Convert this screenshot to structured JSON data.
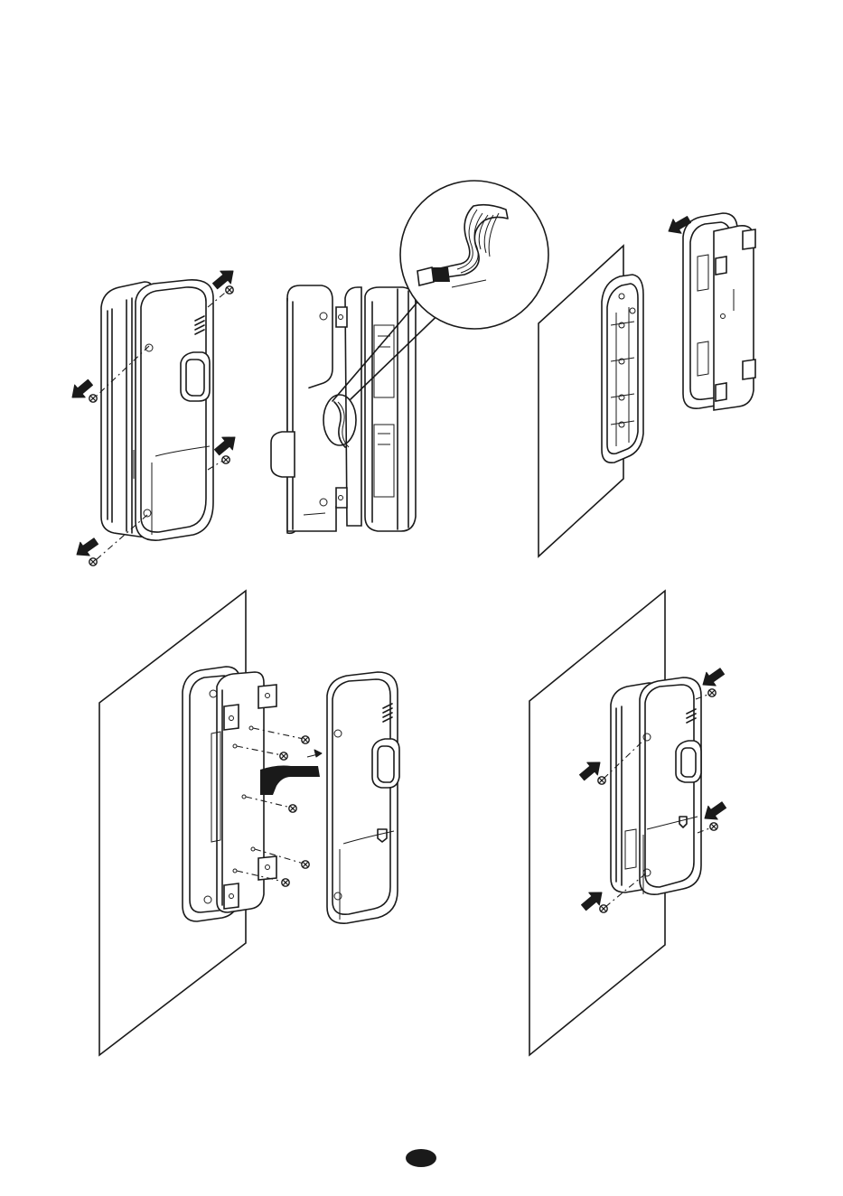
{
  "figure": {
    "kind": "assembly-instruction-illustration",
    "steps": [
      {
        "id": "remove-lock-screws",
        "icon": "lock-with-removal-arrows-icon"
      },
      {
        "id": "disconnect-ribbon-cable",
        "icon": "ribbon-cable-detail-icon"
      },
      {
        "id": "mount-baseplate-to-door",
        "icon": "baseplate-on-door-icon"
      },
      {
        "id": "connect-cable-and-attach-body",
        "icon": "exploded-assembly-icon"
      },
      {
        "id": "fasten-screws",
        "icon": "installed-lock-with-screw-arrows-icon"
      }
    ]
  },
  "footer": {
    "page_marker": "page-number-badge",
    "page_number": ""
  },
  "colors": {
    "line": "#1a1a1a",
    "paper": "#ffffff",
    "badge": "#1a1a1a"
  }
}
